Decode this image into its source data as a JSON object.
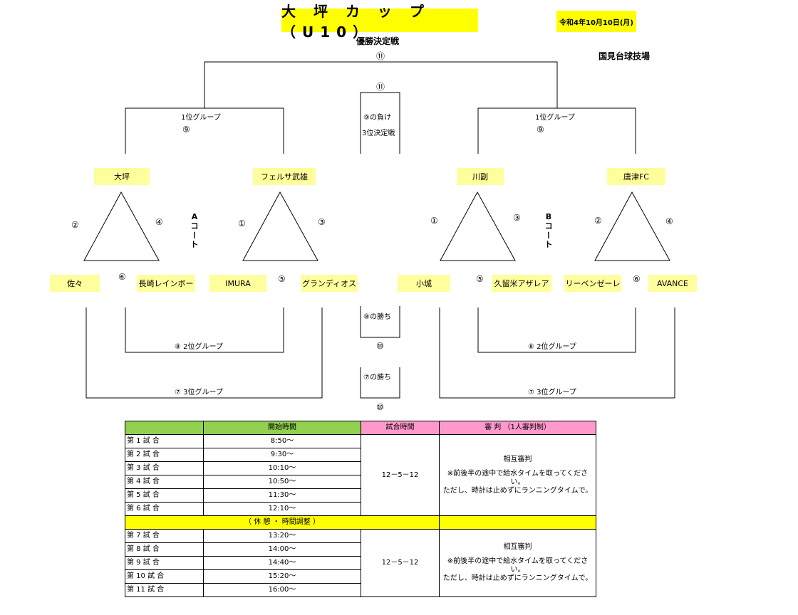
{
  "header": {
    "title": "大 坪 カ ッ プ （U10）",
    "date": "令和4年10月10日(月)",
    "venue": "国見台球技場",
    "final_label": "優勝決定戦",
    "final_match": "⑪"
  },
  "bracket": {
    "center_top_match": "⑪",
    "third_place_cond": "⑨の負け",
    "third_place_label": "3位決定戦",
    "win8_label": "⑧の勝ち",
    "win8_match": "⑩",
    "win7_label": "⑦の勝ち",
    "win7_match": "⑩",
    "left": {
      "first_group_label": "1位グループ",
      "first_group_match": "⑨",
      "second_group_label": "⑧  2位グループ",
      "third_group_label": "⑦  3位グループ",
      "court_label": [
        "A",
        "コ",
        "ー",
        "ト"
      ],
      "teams": [
        "大坪",
        "フェルサ武雄",
        "佐々",
        "長崎レインボー",
        "IMURA",
        "グランディオス"
      ],
      "triangle1_marks": [
        "②",
        "④",
        "⑥"
      ],
      "triangle2_marks": [
        "①",
        "③",
        "⑤"
      ]
    },
    "right": {
      "first_group_label": "1位グループ",
      "first_group_match": "⑨",
      "second_group_label": "⑧  2位グループ",
      "third_group_label": "⑦  3位グループ",
      "court_label": [
        "B",
        "コ",
        "ー",
        "ト"
      ],
      "teams": [
        "川副",
        "唐津FC",
        "小城",
        "久留米アザレア",
        "リーベンゼーレ",
        "AVANCE"
      ],
      "triangle1_marks": [
        "①",
        "③",
        "⑤"
      ],
      "triangle2_marks": [
        "②",
        "④",
        "⑥"
      ]
    }
  },
  "schedule": {
    "headers": [
      "",
      "開始時間",
      "試合時間",
      "審    判  （1人審判制）"
    ],
    "block1": {
      "rows": [
        {
          "game": "第 1 試 合",
          "time": "8:50～"
        },
        {
          "game": "第 2 試 合",
          "time": "9:30～"
        },
        {
          "game": "第 3 試 合",
          "time": "10:10～"
        },
        {
          "game": "第 4 試 合",
          "time": "10:50～"
        },
        {
          "game": "第 5 試 合",
          "time": "11:30～"
        },
        {
          "game": "第 6 試 合",
          "time": "12:10～"
        }
      ],
      "duration": "12－5－12",
      "referee_title": "相互審判",
      "referee_note1": "※前後半の途中で給水タイムを取ってください。",
      "referee_note2": "ただし、時計は止めずにランニングタイムで。"
    },
    "break_label": "（ 休  憩 ・ 時間調整 ）",
    "block2": {
      "rows": [
        {
          "game": "第 7 試 合",
          "time": "13:20～"
        },
        {
          "game": "第 8 試 合",
          "time": "14:00～"
        },
        {
          "game": "第 9 試 合",
          "time": "14:40～"
        },
        {
          "game": "第 10 試 合",
          "time": "15:20～"
        },
        {
          "game": "第 11 試 合",
          "time": "16:00～"
        }
      ],
      "duration": "12－5－12",
      "referee_title": "相互審判",
      "referee_note1": "※前後半の途中で給水タイムを取ってください。",
      "referee_note2": "ただし、時計は止めずにランニングタイムで。"
    }
  }
}
